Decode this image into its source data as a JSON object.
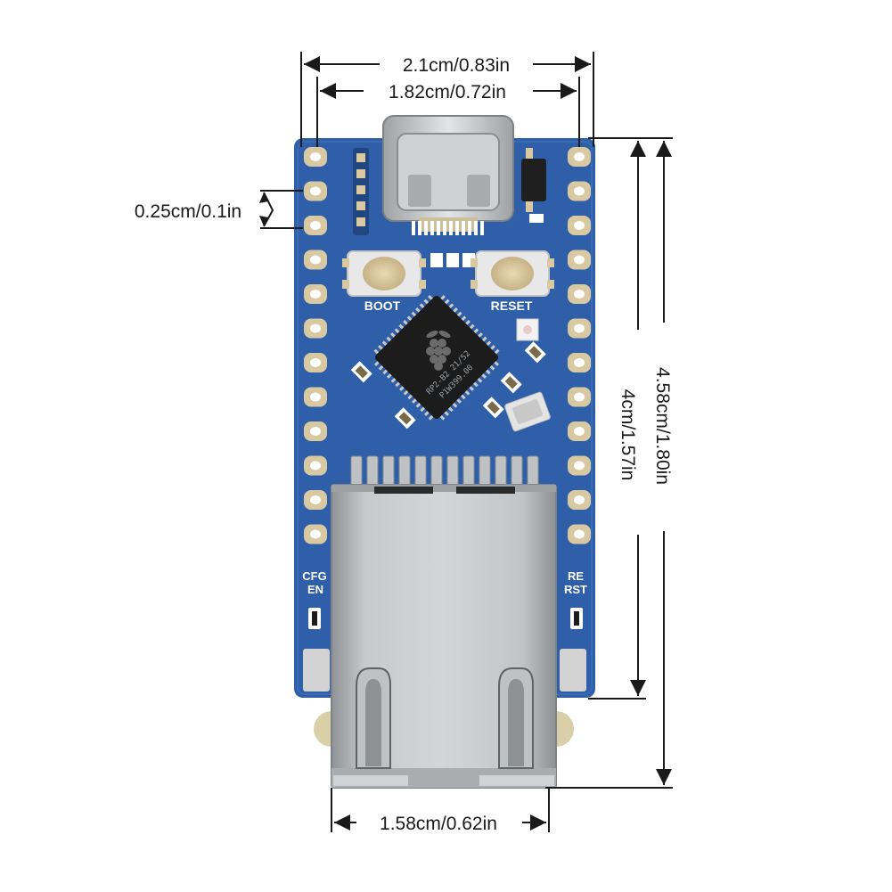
{
  "dimensions": {
    "board_width": "2.1cm/0.83in",
    "header_width": "1.82cm/0.72in",
    "pin_pitch": "0.25cm/0.1in",
    "total_length": "4.58cm/1.80in",
    "board_length": "4cm/1.57in",
    "jack_width": "1.58cm/0.62in"
  },
  "board": {
    "boot_label": "BOOT",
    "reset_label": "RESET",
    "cfg_label": "CFG",
    "en_label": "EN",
    "re_label": "RE",
    "rst_label": "RST",
    "chip_marking": "RP2-B2  21/52",
    "chip_code": "P1W399.00"
  },
  "colors": {
    "pcb": "#2f5fa8",
    "pad": "#d8c9a3",
    "metal": "#b9bcbf",
    "dimension_line": "#1a1a1a"
  }
}
